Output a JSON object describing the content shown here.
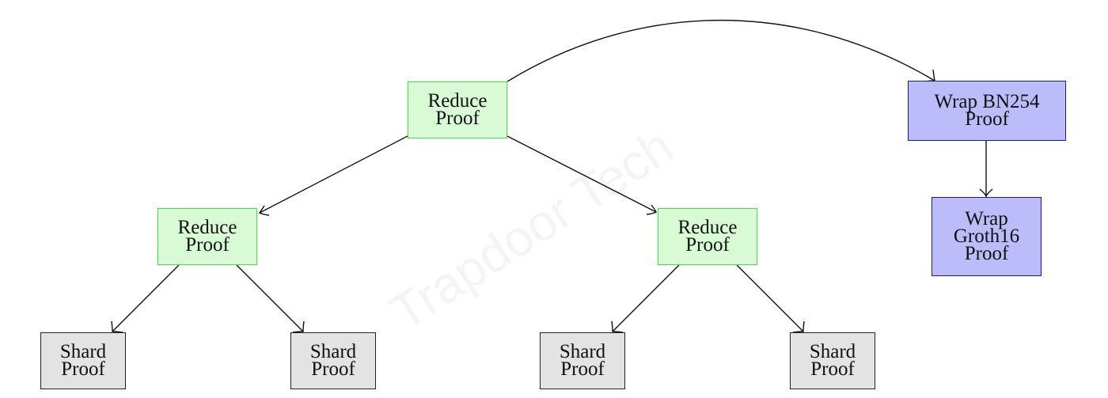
{
  "watermark": "Trapdoor Tech",
  "nodes": {
    "root_reduce": {
      "line1": "Reduce",
      "line2": "Proof"
    },
    "left_reduce": {
      "line1": "Reduce",
      "line2": "Proof"
    },
    "right_reduce": {
      "line1": "Reduce",
      "line2": "Proof"
    },
    "wrap_bn254": {
      "line1": "Wrap BN254",
      "line2": "Proof"
    },
    "wrap_groth16": {
      "line1": "Wrap",
      "line2": "Groth16",
      "line3": "Proof"
    },
    "shard_1": {
      "line1": "Shard",
      "line2": "Proof"
    },
    "shard_2": {
      "line1": "Shard",
      "line2": "Proof"
    },
    "shard_3": {
      "line1": "Shard",
      "line2": "Proof"
    },
    "shard_4": {
      "line1": "Shard",
      "line2": "Proof"
    }
  },
  "colors": {
    "reduce_fill": "#d8fbd6",
    "reduce_border": "#3ee63e",
    "wrap_fill": "#bcbcfb",
    "wrap_border": "#1a1a9e",
    "shard_fill": "#e3e3e3",
    "shard_border": "#222222",
    "edge": "#111111"
  }
}
